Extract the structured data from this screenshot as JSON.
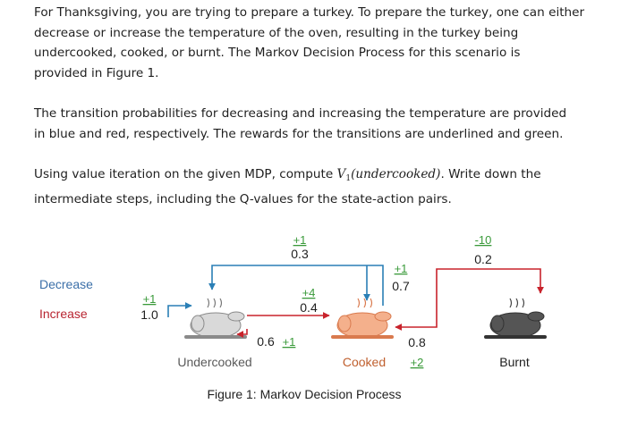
{
  "text": {
    "p1": [
      "For Thanksgiving, you are trying to prepare a turkey. To prepare the turkey, one can either",
      "decrease or increase the temperature of the oven, resulting in the turkey being",
      "undercooked, cooked, or burnt. The Markov Decision Process for this scenario is",
      "provided in Figure 1."
    ],
    "p2": [
      "The transition probabilities for decreasing and increasing the temperature are provided",
      "in blue and red, respectively. The rewards for the transitions are underlined and green."
    ],
    "p3": {
      "before": "Using value iteration on the given MDP, compute ",
      "v_symbol": "V",
      "v_sub": "1",
      "arg": "(undercooked)",
      "after": ". Write down the",
      "line2": "intermediate steps, including the Q-values for the state-action pairs."
    }
  },
  "figure": {
    "legend": {
      "decrease": "Decrease",
      "increase": "Increase"
    },
    "states": {
      "undercooked": "Undercooked",
      "cooked": "Cooked",
      "burnt": "Burnt"
    },
    "labels": {
      "top_reward": "+1",
      "top_prob": "0.3",
      "mid_reward": "+4",
      "mid_prob": "0.4",
      "cooked_down_reward": "+1",
      "cooked_down_prob": "0.7",
      "burnt_reward": "-10",
      "burnt_prob": "0.2",
      "self_reward": "+1",
      "self_prob": "1.0",
      "under_prob": "0.6",
      "under_reward": "+1",
      "cooked_stay_prob": "0.8",
      "cooked_stay_reward": "+2"
    },
    "caption": "Figure 1: Markov Decision Process"
  },
  "colors": {
    "decrease": "#2a7fb6",
    "increase": "#c8232c",
    "reward": "#3a9a3a",
    "legend_blue": "#3b6fa8",
    "legend_red": "#b82430",
    "undercooked_turkey": "#d9d9d9",
    "cooked_turkey": "#f4b08c",
    "burnt_turkey": "#555555"
  }
}
